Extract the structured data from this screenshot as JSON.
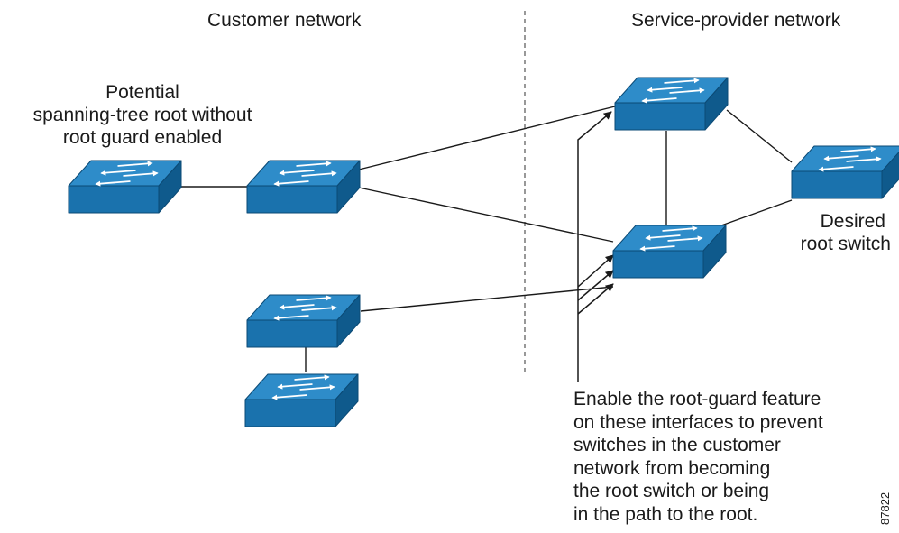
{
  "regions": {
    "customer": "Customer network",
    "provider": "Service-provider network"
  },
  "labels": {
    "potential_root": [
      "Potential",
      "spanning-tree root without",
      "root guard enabled"
    ],
    "desired_root": [
      "Desired",
      "root switch"
    ],
    "callout": [
      "Enable the root-guard feature",
      "on these interfaces to prevent",
      "switches in the customer",
      "network from becoming",
      "the root switch or being",
      "in the path to the root."
    ],
    "figure_id": "87822"
  },
  "colors": {
    "switch_top": "#2e8cc9",
    "switch_front": "#1a72ad",
    "switch_side": "#0f5a8c",
    "switch_outline": "#0b4a75",
    "arrow_glyph": "#ffffff",
    "link": "#1a1a1a",
    "divider": "#555555"
  },
  "switches": [
    {
      "id": "customer-potential-root",
      "icon": "switch-icon"
    },
    {
      "id": "customer-edge",
      "icon": "switch-icon"
    },
    {
      "id": "customer-lower-a",
      "icon": "switch-icon"
    },
    {
      "id": "customer-lower-b",
      "icon": "switch-icon"
    },
    {
      "id": "provider-top",
      "icon": "switch-icon"
    },
    {
      "id": "provider-bottom",
      "icon": "switch-icon"
    },
    {
      "id": "provider-desired-root",
      "icon": "switch-icon"
    }
  ],
  "links": [
    [
      "customer-potential-root",
      "customer-edge"
    ],
    [
      "customer-edge",
      "provider-top"
    ],
    [
      "customer-edge",
      "provider-bottom"
    ],
    [
      "customer-lower-a",
      "provider-bottom"
    ],
    [
      "customer-lower-a",
      "customer-lower-b"
    ],
    [
      "provider-top",
      "provider-bottom"
    ],
    [
      "provider-top",
      "provider-desired-root"
    ],
    [
      "provider-bottom",
      "provider-desired-root"
    ]
  ]
}
